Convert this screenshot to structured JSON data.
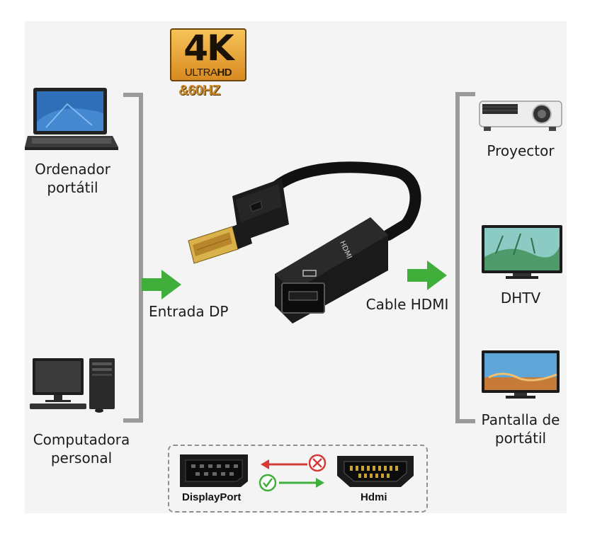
{
  "badge": {
    "main": "4K",
    "sub_prefix": "ULTRA",
    "sub_suffix": "HD",
    "rate": "&60HZ"
  },
  "inputs": [
    {
      "label_line1": "Ordenador",
      "label_line2": "portátil"
    },
    {
      "label_line1": "Computadora",
      "label_line2": "personal"
    }
  ],
  "center": {
    "input_label": "Entrada DP",
    "output_label": "Cable HDMI",
    "adapter_text": "HDMI"
  },
  "outputs": [
    {
      "label_line1": "Proyector",
      "label_line2": ""
    },
    {
      "label_line1": "DHTV",
      "label_line2": ""
    },
    {
      "label_line1": "Pantalla de",
      "label_line2": "portátil"
    }
  ],
  "legend": {
    "left_label": "DisplayPort",
    "right_label": "Hdmi"
  },
  "colors": {
    "arrow_green": "#3fae3a",
    "bracket_gray": "#9a9a9a",
    "badge_gold": "#e3a23a",
    "error_red": "#d63a34"
  }
}
